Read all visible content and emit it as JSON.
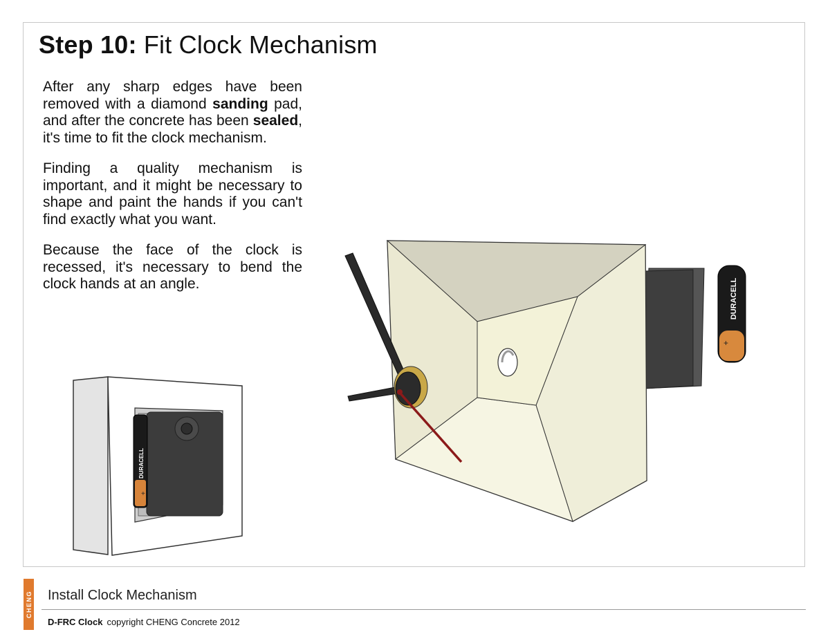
{
  "heading": {
    "step": "Step 10:",
    "title": "Fit Clock Mechanism"
  },
  "body": {
    "p1": {
      "a": "After any sharp edges have been removed with a diamond ",
      "b": "sanding",
      "c": " pad, and after the concrete has been ",
      "d": "sealed",
      "e": ", it's time to fit the clock mechanism."
    },
    "p2": "Finding a quality mechanism is important, and it might be necessary to shape and paint the hands if you can't find exactly what you want.",
    "p3": "Because the face of the clock is recessed, it's necessary to bend the clock hands at an angle."
  },
  "battery_brand": "DURACELL",
  "logo_text": "CHENG",
  "footer": {
    "section": "Install Clock Mechanism",
    "product": "D-FRC Clock",
    "copyright": "copyright CHENG Concrete 2012"
  },
  "colors": {
    "accent": "#e07a2e",
    "concrete": "#f4f2dc",
    "mechanism": "#3c3c3c",
    "second_hand": "#8b1a1a"
  }
}
